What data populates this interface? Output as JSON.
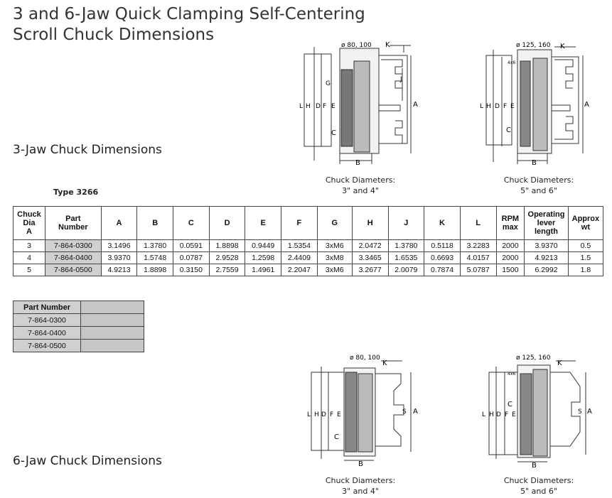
{
  "title": {
    "line1": "3 and 6-Jaw Quick Clamping Self-Centering",
    "line2": "Scroll Chuck Dimensions"
  },
  "section_3jaw": "3-Jaw Chuck Dimensions",
  "section_6jaw": "6-Jaw Chuck Dimensions",
  "type_label": "Type 3266",
  "diagrams": {
    "small": {
      "dia_label": "ø 80, 100",
      "caption_line1": "Chuck Diameters:",
      "caption_line2": "3\" and 4\""
    },
    "large": {
      "dia_label": "ø 125, 160",
      "caption_line1": "Chuck Diameters:",
      "caption_line2": "5\" and 6\""
    },
    "letters": {
      "K": "K",
      "J": "J",
      "A": "A",
      "B": "B",
      "C": "C",
      "G": "G",
      "L": "L",
      "H": "H",
      "D": "D",
      "F": "F",
      "E": "E",
      "S": "S",
      "small_tag": "4x6"
    }
  },
  "spec_table": {
    "headers": [
      [
        "Chuck",
        "Dia",
        "A"
      ],
      [
        "Part",
        "Number"
      ],
      [
        "A"
      ],
      [
        "B"
      ],
      [
        "C"
      ],
      [
        "D"
      ],
      [
        "E"
      ],
      [
        "F"
      ],
      [
        "G"
      ],
      [
        "H"
      ],
      [
        "J"
      ],
      [
        "K"
      ],
      [
        "L"
      ],
      [
        "RPM",
        "max"
      ],
      [
        "Operating",
        "lever",
        "length"
      ],
      [
        "Approx",
        "wt"
      ]
    ],
    "rows": [
      [
        "3",
        "7-864-0300",
        "3.1496",
        "1.3780",
        "0.0591",
        "1.8898",
        "0.9449",
        "1.5354",
        "3xM6",
        "2.0472",
        "1.3780",
        "0.5118",
        "3.2283",
        "2000",
        "3.9370",
        "0.5"
      ],
      [
        "4",
        "7-864-0400",
        "3.9370",
        "1.5748",
        "0.0787",
        "2.9528",
        "1.2598",
        "2.4409",
        "3xM8",
        "3.3465",
        "1.6535",
        "0.6693",
        "4.0157",
        "2000",
        "4.9213",
        "1.5"
      ],
      [
        "5",
        "7-864-0500",
        "4.9213",
        "1.8898",
        "0.3150",
        "2.7559",
        "1.4961",
        "2.2047",
        "3xM6",
        "3.2677",
        "2.0079",
        "0.7874",
        "5.0787",
        "1500",
        "6.2992",
        "1.8"
      ]
    ]
  },
  "part_number_table": {
    "header": "Part Number",
    "rows": [
      "7-864-0300",
      "7-864-0400",
      "7-864-0500"
    ]
  },
  "colors": {
    "grey_cell": "#d0d0d0",
    "line": "#444444"
  }
}
